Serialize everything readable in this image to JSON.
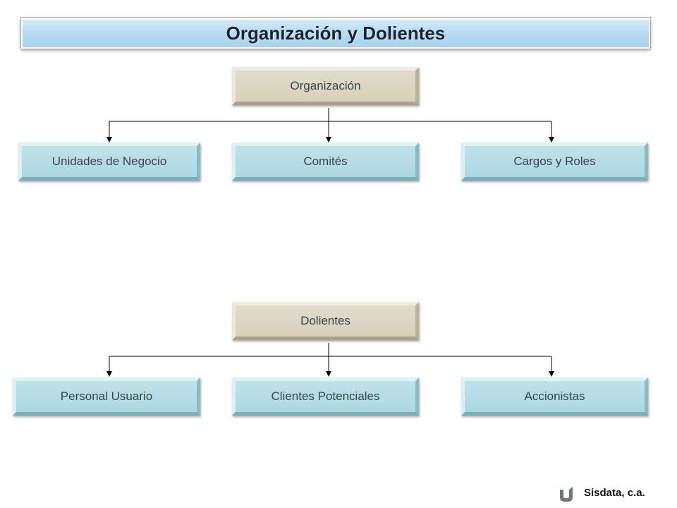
{
  "title": "Organización y Dolientes",
  "organization": {
    "root": "Organización",
    "children": [
      "Unidades de Negocio",
      "Comités",
      "Cargos y Roles"
    ]
  },
  "stakeholders": {
    "root": "Dolientes",
    "children": [
      "Personal Usuario",
      "Clientes Potenciales",
      "Accionistas"
    ]
  },
  "footer": {
    "logo_icon": "sisdata-logo-icon",
    "company": "Sisdata, c.a."
  },
  "colors": {
    "title_bar": "#b9dcf2",
    "parent_box": "#d6cfb8",
    "child_box": "#a9d6de",
    "connector": "#000000"
  }
}
